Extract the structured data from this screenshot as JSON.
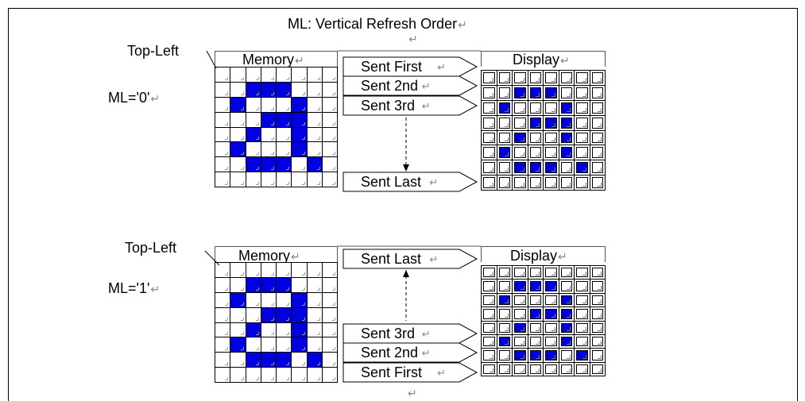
{
  "title": "ML: Vertical Refresh Order",
  "colors": {
    "pixel_on": "#0000e0",
    "line": "#000000"
  },
  "return_glyph": "↵",
  "sections": [
    {
      "top_left_label": "Top-Left",
      "ml_label": "ML='0'",
      "memory_label": "Memory",
      "display_label": "Display",
      "arrows": [
        "Sent First",
        "Sent 2nd",
        "Sent 3rd",
        "Sent Last"
      ],
      "memory_pattern": [
        "00000000",
        "00111000",
        "01000100",
        "00011100",
        "00100100",
        "01000100",
        "00111010",
        "00000000"
      ],
      "display_pattern": [
        "00000000",
        "00111000",
        "01000100",
        "00011100",
        "00100100",
        "01000100",
        "00111010",
        "00000000"
      ]
    },
    {
      "top_left_label": "Top-Left",
      "ml_label": "ML='1'",
      "memory_label": "Memory",
      "display_label": "Display",
      "arrows": [
        "Sent Last",
        "Sent 3rd",
        "Sent 2nd",
        "Sent First"
      ],
      "memory_pattern": [
        "00000000",
        "00111000",
        "01000100",
        "00011100",
        "00100100",
        "01000100",
        "00111010",
        "00000000"
      ],
      "display_pattern": [
        "00000000",
        "00111000",
        "01000100",
        "00011100",
        "00100100",
        "01000100",
        "00111010",
        "00000000"
      ]
    }
  ]
}
